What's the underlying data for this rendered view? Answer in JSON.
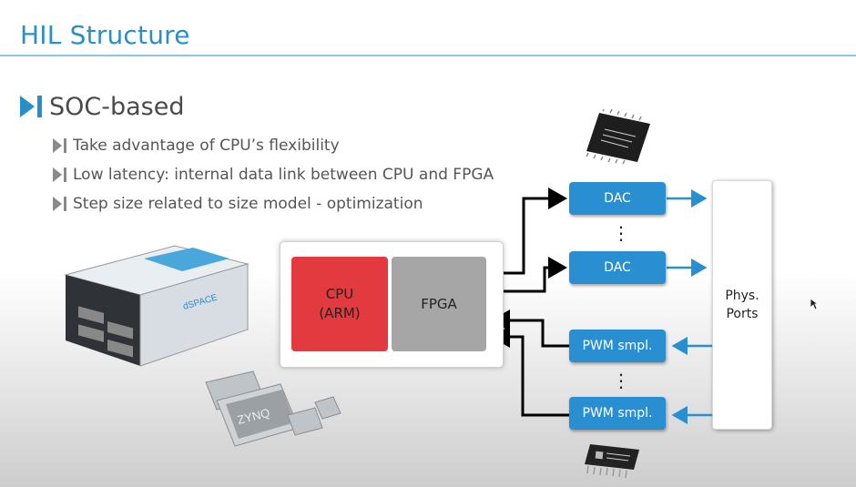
{
  "slide": {
    "title": "HIL Structure",
    "heading": "SOC-based",
    "bullets": [
      "Take advantage of CPU’s flexibility",
      "Low latency: internal data link between CPU and FPGA",
      "Step size related to size model - optimization"
    ]
  },
  "diagram": {
    "cpu_line1": "CPU",
    "cpu_line2": "(ARM)",
    "fpga": "FPGA",
    "dac": "DAC",
    "pwm": "PWM smpl.",
    "ellipsis": "⋮",
    "ports_line1": "Phys.",
    "ports_line2": "Ports"
  },
  "hardware": {
    "box_brand": "dSPACE",
    "zynq_label": "ZYNQ"
  },
  "colors": {
    "title": "#2a8fc7",
    "cpu": "#e23a3f",
    "fpga": "#a6a6a6",
    "block": "#2a8fd1",
    "arrow_blue": "#2a8fd1",
    "arrow_black": "#000000"
  },
  "icons": {
    "heading_bullet": "blue-play-bar-icon",
    "sub_bullet": "grey-play-bar-icon"
  }
}
